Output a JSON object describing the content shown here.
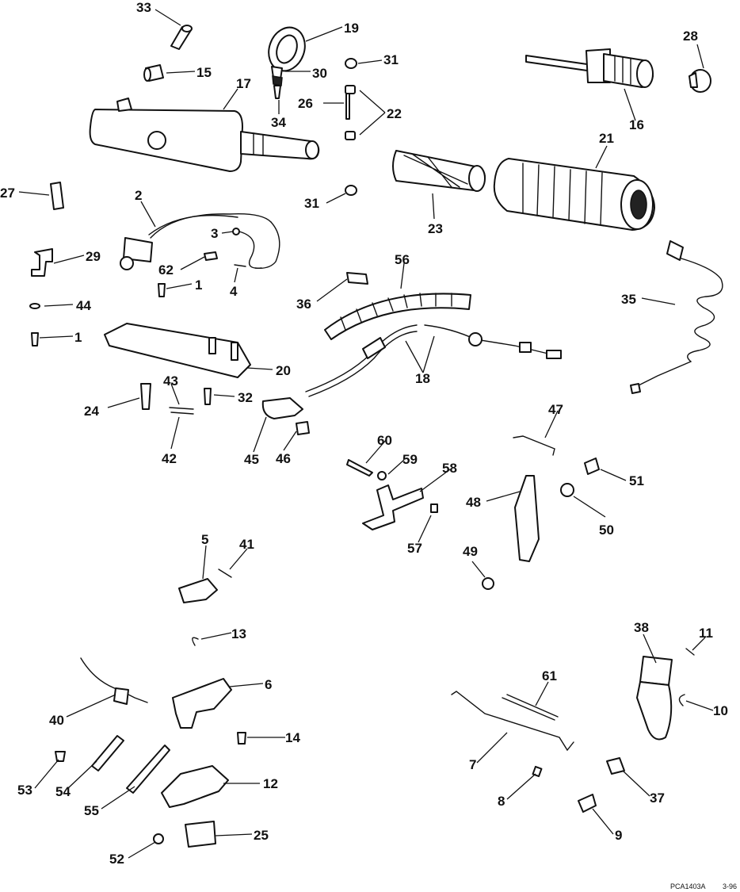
{
  "diagram": {
    "reference_code": "PCA1403A",
    "date_code": "3-96",
    "callouts": [
      {
        "id": "c33",
        "label": "33"
      },
      {
        "id": "c19",
        "label": "19"
      },
      {
        "id": "c28",
        "label": "28"
      },
      {
        "id": "c15",
        "label": "15"
      },
      {
        "id": "c30",
        "label": "30"
      },
      {
        "id": "c31a",
        "label": "31"
      },
      {
        "id": "c17",
        "label": "17"
      },
      {
        "id": "c26",
        "label": "26"
      },
      {
        "id": "c22",
        "label": "22"
      },
      {
        "id": "c16",
        "label": "16"
      },
      {
        "id": "c34",
        "label": "34"
      },
      {
        "id": "c21",
        "label": "21"
      },
      {
        "id": "c27",
        "label": "27"
      },
      {
        "id": "c2",
        "label": "2"
      },
      {
        "id": "c31b",
        "label": "31"
      },
      {
        "id": "c23",
        "label": "23"
      },
      {
        "id": "c3",
        "label": "3"
      },
      {
        "id": "c29",
        "label": "29"
      },
      {
        "id": "c62",
        "label": "62"
      },
      {
        "id": "c56",
        "label": "56"
      },
      {
        "id": "c1a",
        "label": "1"
      },
      {
        "id": "c4",
        "label": "4"
      },
      {
        "id": "c36",
        "label": "36"
      },
      {
        "id": "c35",
        "label": "35"
      },
      {
        "id": "c44",
        "label": "44"
      },
      {
        "id": "c1b",
        "label": "1"
      },
      {
        "id": "c20",
        "label": "20"
      },
      {
        "id": "c18",
        "label": "18"
      },
      {
        "id": "c43",
        "label": "43"
      },
      {
        "id": "c24",
        "label": "24"
      },
      {
        "id": "c32",
        "label": "32"
      },
      {
        "id": "c47",
        "label": "47"
      },
      {
        "id": "c42",
        "label": "42"
      },
      {
        "id": "c45",
        "label": "45"
      },
      {
        "id": "c46",
        "label": "46"
      },
      {
        "id": "c60",
        "label": "60"
      },
      {
        "id": "c59",
        "label": "59"
      },
      {
        "id": "c58",
        "label": "58"
      },
      {
        "id": "c51",
        "label": "51"
      },
      {
        "id": "c48",
        "label": "48"
      },
      {
        "id": "c50",
        "label": "50"
      },
      {
        "id": "c57",
        "label": "57"
      },
      {
        "id": "c5",
        "label": "5"
      },
      {
        "id": "c41",
        "label": "41"
      },
      {
        "id": "c49",
        "label": "49"
      },
      {
        "id": "c13",
        "label": "13"
      },
      {
        "id": "c38",
        "label": "38"
      },
      {
        "id": "c11",
        "label": "11"
      },
      {
        "id": "c6",
        "label": "6"
      },
      {
        "id": "c61",
        "label": "61"
      },
      {
        "id": "c40",
        "label": "40"
      },
      {
        "id": "c10",
        "label": "10"
      },
      {
        "id": "c14",
        "label": "14"
      },
      {
        "id": "c7",
        "label": "7"
      },
      {
        "id": "c53",
        "label": "53"
      },
      {
        "id": "c54",
        "label": "54"
      },
      {
        "id": "c12",
        "label": "12"
      },
      {
        "id": "c37",
        "label": "37"
      },
      {
        "id": "c8",
        "label": "8"
      },
      {
        "id": "c55",
        "label": "55"
      },
      {
        "id": "c25",
        "label": "25"
      },
      {
        "id": "c9",
        "label": "9"
      },
      {
        "id": "c52",
        "label": "52"
      }
    ]
  }
}
